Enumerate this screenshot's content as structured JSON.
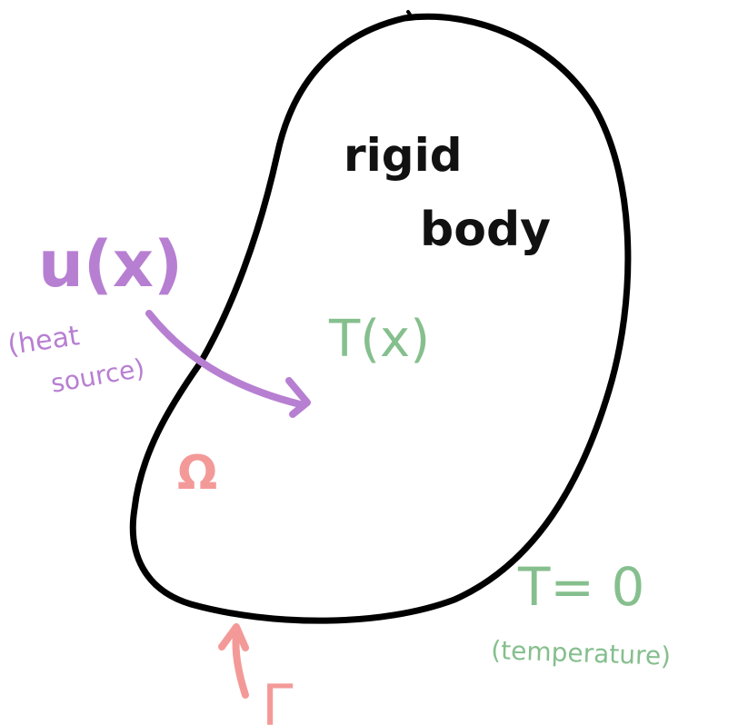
{
  "diagram": {
    "body_label_line1": "rigid",
    "body_label_line2": "body",
    "source_label": "u(x)",
    "source_note_line1": "(heat",
    "source_note_line2": "source)",
    "temperature_field": "T(x)",
    "domain_symbol": "Ω",
    "boundary_condition": "T= 0",
    "boundary_note": "(temperature)",
    "boundary_symbol": "Γ"
  },
  "colors": {
    "outline": "#000000",
    "purple": "#b77fd2",
    "green": "#86bf8e",
    "pink": "#f39a98"
  }
}
